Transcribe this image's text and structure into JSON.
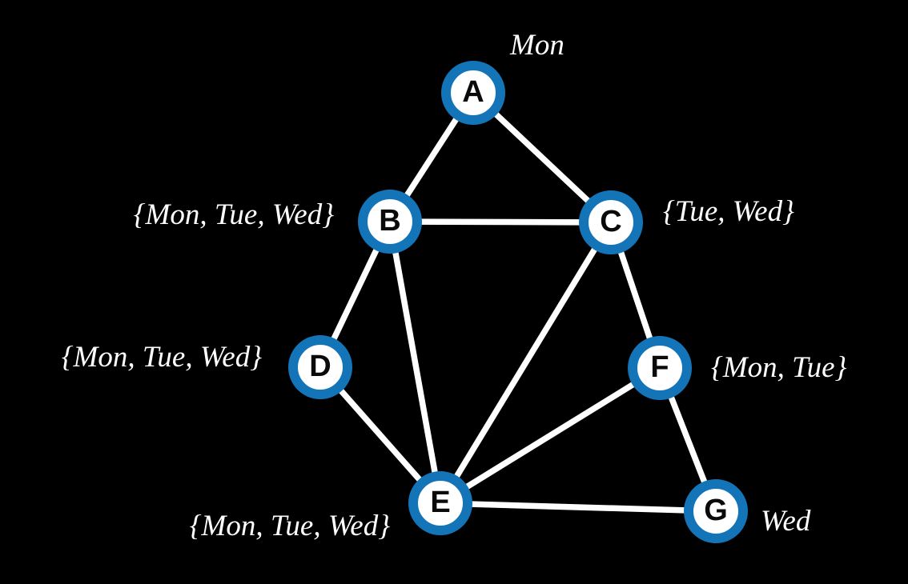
{
  "graph": {
    "title": "",
    "nodes": [
      {
        "id": "A",
        "domain": "Mon"
      },
      {
        "id": "B",
        "domain": "{Mon, Tue, Wed}"
      },
      {
        "id": "C",
        "domain": "{Tue, Wed}"
      },
      {
        "id": "D",
        "domain": "{Mon, Tue, Wed}"
      },
      {
        "id": "E",
        "domain": "{Mon, Tue, Wed}"
      },
      {
        "id": "F",
        "domain": "{Mon, Tue}"
      },
      {
        "id": "G",
        "domain": "Wed"
      }
    ],
    "edges": [
      [
        "A",
        "B"
      ],
      [
        "A",
        "C"
      ],
      [
        "B",
        "C"
      ],
      [
        "B",
        "D"
      ],
      [
        "B",
        "E"
      ],
      [
        "C",
        "E"
      ],
      [
        "C",
        "F"
      ],
      [
        "D",
        "E"
      ],
      [
        "E",
        "F"
      ],
      [
        "E",
        "G"
      ],
      [
        "F",
        "G"
      ]
    ],
    "colors": {
      "background": "#000000",
      "edge": "#ffffff",
      "node_ring": "#1474b8",
      "node_fill": "#ffffff",
      "node_letter": "#0a0a0a",
      "label_text": "#ffffff"
    }
  }
}
